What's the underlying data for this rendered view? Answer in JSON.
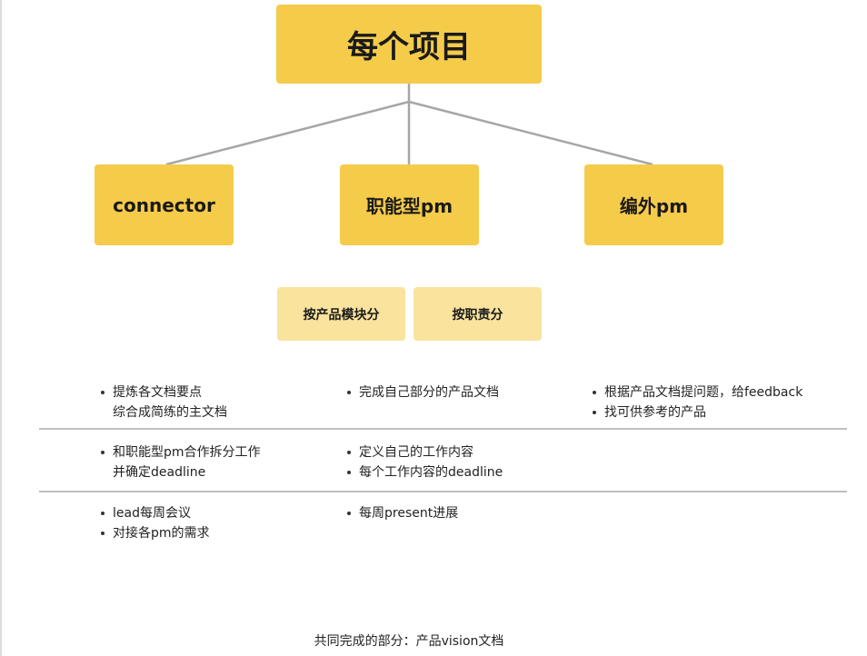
{
  "root": {
    "label": "每个项目"
  },
  "roles": [
    {
      "label": "connector"
    },
    {
      "label": "职能型pm"
    },
    {
      "label": "编外pm"
    }
  ],
  "split_modes": [
    {
      "label": "按产品模块分"
    },
    {
      "label": "按职责分"
    }
  ],
  "rows": [
    [
      [
        "提炼各文档要点",
        "综合成简练的主文档"
      ],
      [
        "完成自己部分的产品文档"
      ],
      [
        "根据产品文档提问题，给feedback",
        "找可供参考的产品"
      ]
    ],
    [
      [
        "和职能型pm合作拆分工作",
        "并确定deadline"
      ],
      [
        "定义自己的工作内容",
        "每个工作内容的deadline"
      ],
      []
    ],
    [
      [
        "lead每周会议",
        "对接各pm的需求"
      ],
      [
        "每周present进展"
      ],
      []
    ]
  ],
  "footer": "共同完成的部分：产品vision文档",
  "colors": {
    "main_box": "#f5cb4a",
    "sub_box": "#f9e39d",
    "connector": "#a6a6a6",
    "divider": "#bfbfbf"
  }
}
